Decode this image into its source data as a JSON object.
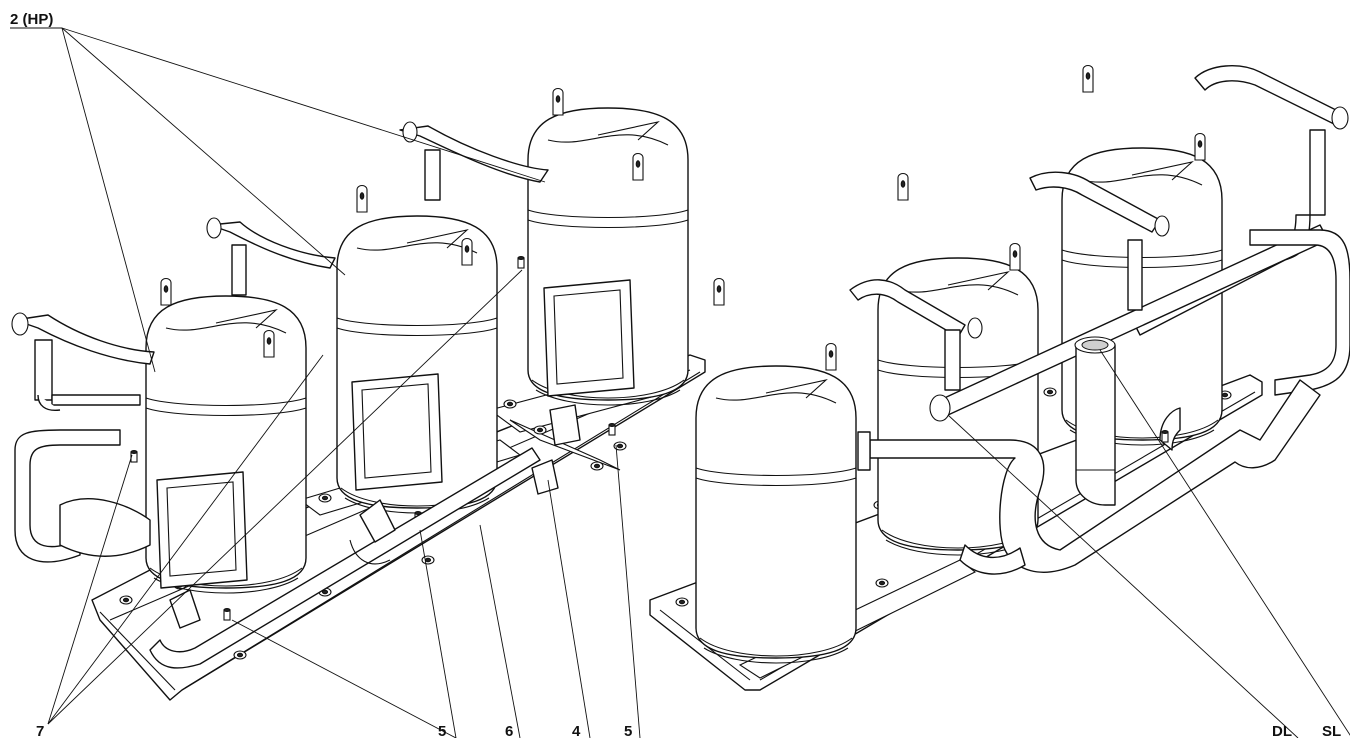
{
  "figure": {
    "labels": {
      "hp": "2 (HP)",
      "l7": "7",
      "l5a": "5",
      "l6": "6",
      "l4": "4",
      "l5b": "5",
      "dl": "DL",
      "sl": "SL"
    }
  }
}
